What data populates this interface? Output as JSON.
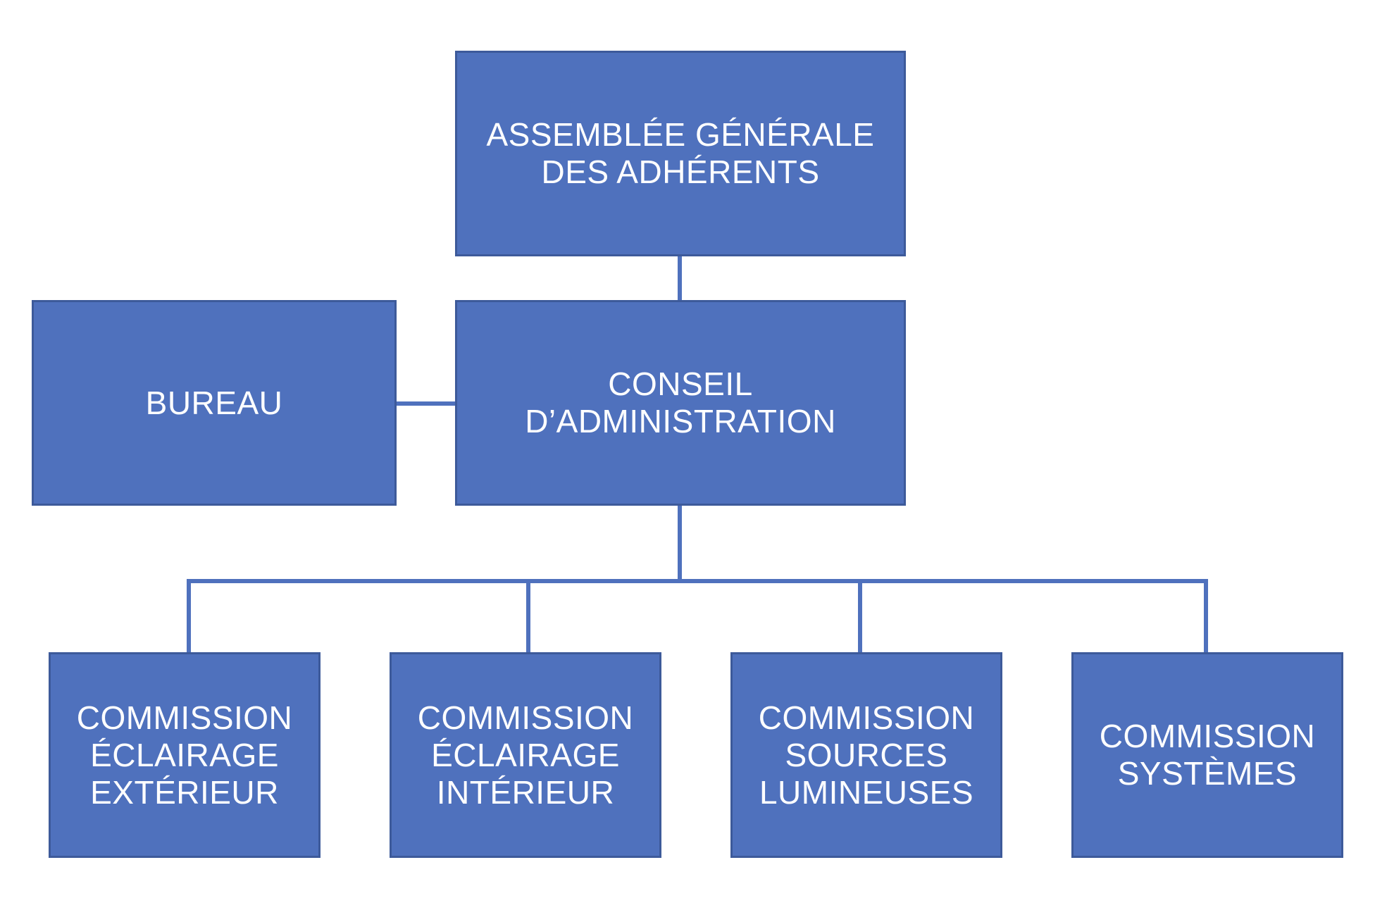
{
  "org_chart": {
    "assemblee": {
      "line1": "ASSEMBLÉE GÉNÉRALE",
      "line2": "DES ADHÉRENTS"
    },
    "conseil": {
      "label": "CONSEIL D’ADMINISTRATION"
    },
    "bureau": {
      "label": "BUREAU"
    },
    "commissions": [
      {
        "line1": "COMMISSION",
        "line2": "ÉCLAIRAGE",
        "line3": "EXTÉRIEUR"
      },
      {
        "line1": "COMMISSION",
        "line2": "ÉCLAIRAGE",
        "line3": "INTÉRIEUR"
      },
      {
        "line1": "COMMISSION",
        "line2": "SOURCES",
        "line3": "LUMINEUSES"
      },
      {
        "line1": "COMMISSION",
        "line2": "SYSTÈMES"
      }
    ]
  },
  "colors": {
    "box_fill": "#4f71bd",
    "box_border": "#3d5a9a",
    "text": "#ffffff",
    "connector": "#4f71bd"
  }
}
